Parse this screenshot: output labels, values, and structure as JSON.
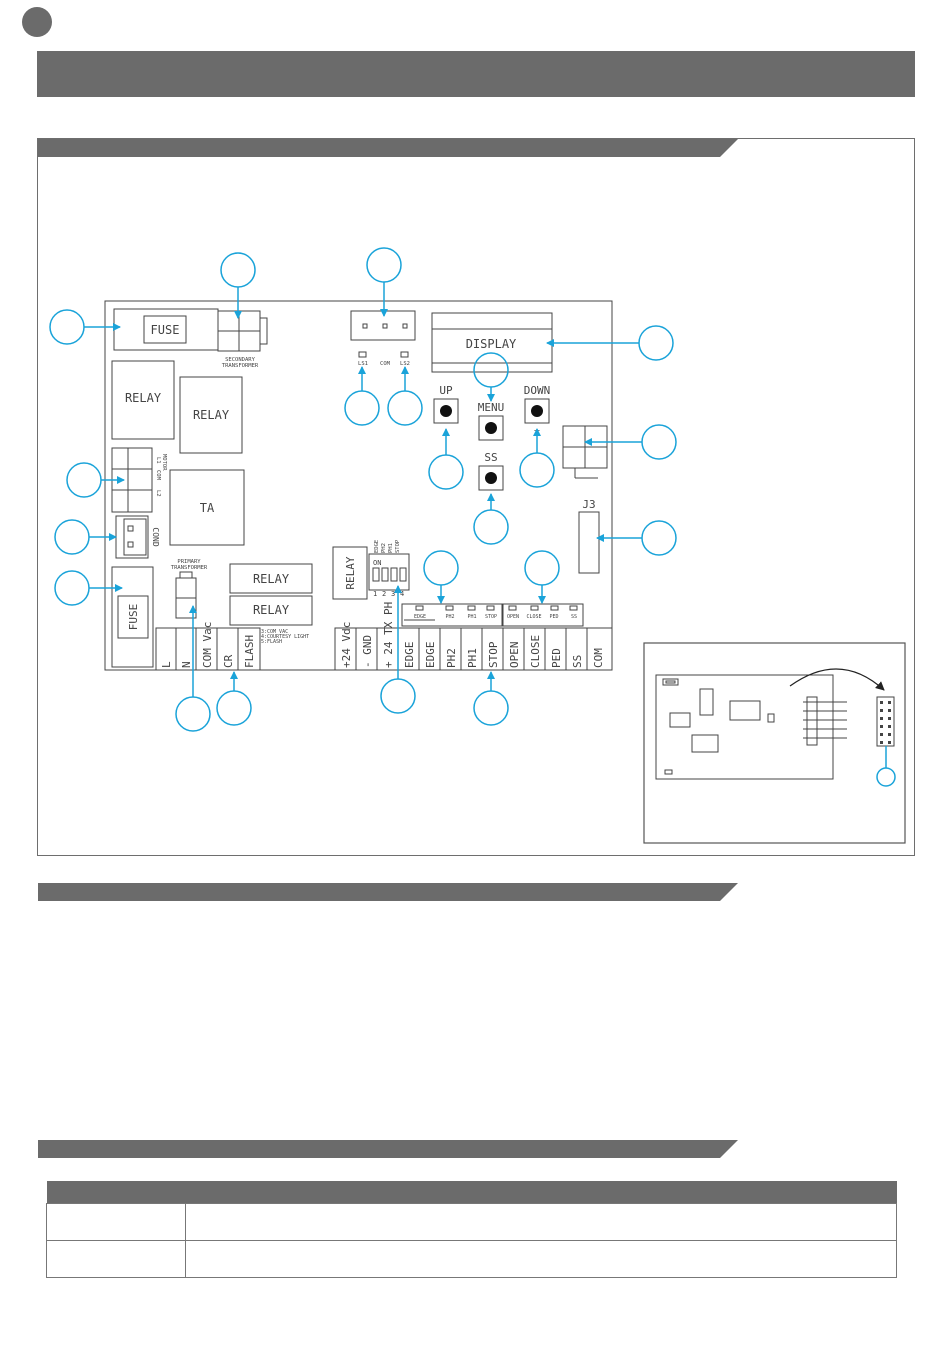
{
  "board": {
    "fuse_top": "FUSE",
    "fuse_bottom": "FUSE",
    "secondary_transformer": [
      "SECONDARY",
      "TRANSFORMER"
    ],
    "primary_transformer": [
      "PRIMARY",
      "TRANSFORMER"
    ],
    "relay": "RELAY",
    "ta": "TA",
    "cond": "COND",
    "motor": [
      "L1",
      "MOTOR",
      "COM",
      "L2"
    ],
    "ls1": "LS1",
    "com": "COM",
    "ls2": "LS2",
    "display": "DISPLAY",
    "up": "UP",
    "plus": "+",
    "menu": "MENU",
    "down": "DOWN",
    "minus": "–",
    "ss": "SS",
    "j3": "J3",
    "dip_on": "ON",
    "dip_numbers": [
      "1",
      "2",
      "3",
      "4"
    ],
    "dip_labels": [
      "EDGE",
      "PH2",
      "PH1",
      "STOP"
    ],
    "flash_notes": [
      "3:COM VAC",
      "4:COURTESY LIGHT",
      "5:FLASH"
    ],
    "led_labels_left": [
      "EDGE",
      "PH2",
      "PH1",
      "STOP"
    ],
    "led_labels_right": [
      "OPEN",
      "CLOSE",
      "PED",
      "SS"
    ],
    "terminals_left": [
      "L",
      "N",
      "COM Vac",
      "CR",
      "FLASH"
    ],
    "terminals_right": [
      "+24 Vdc",
      "- GND",
      "+ 24 TX PH",
      "EDGE",
      "EDGE",
      "PH2",
      "PH1",
      "STOP",
      "OPEN",
      "CLOSE",
      "PED",
      "SS",
      "COM"
    ]
  },
  "colors": {
    "header": "#6b6b6b",
    "accent": "#1aa3d9",
    "line": "#444444"
  }
}
